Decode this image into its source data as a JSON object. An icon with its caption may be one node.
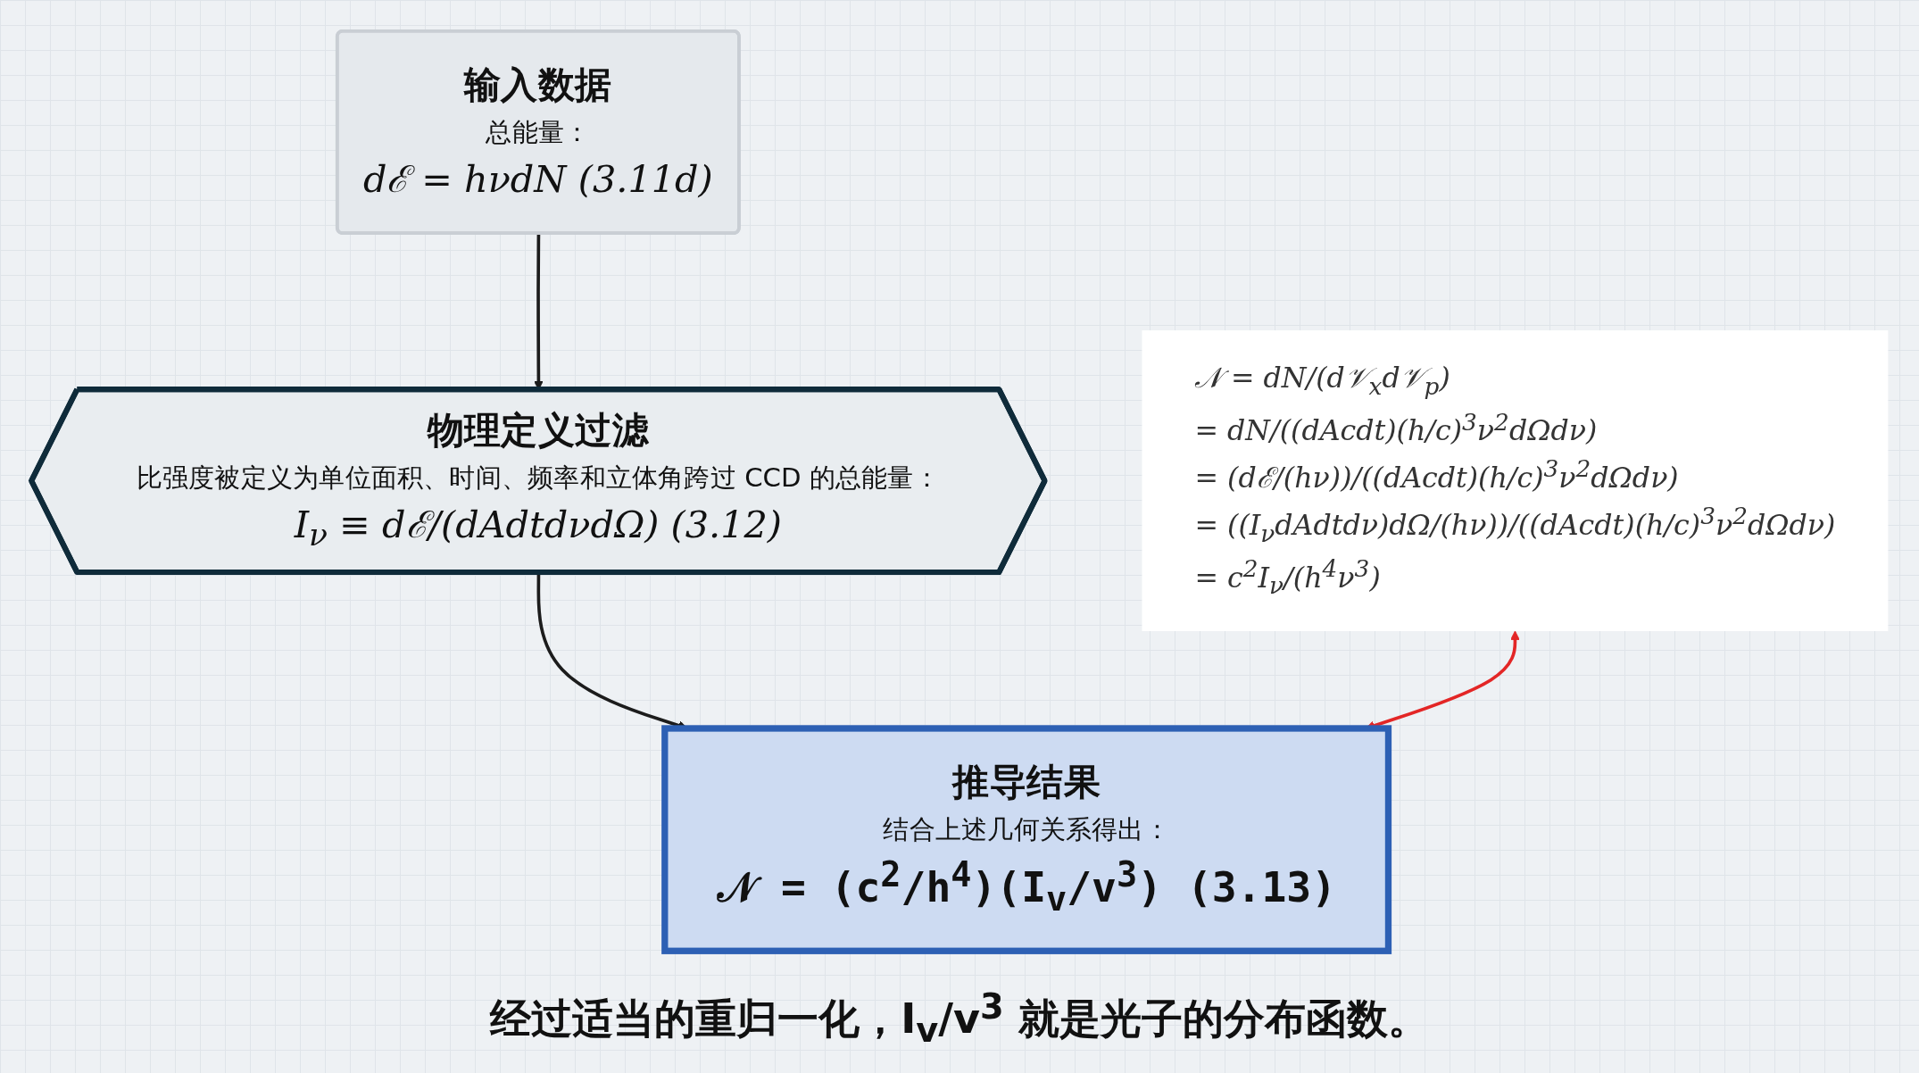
{
  "diagram": {
    "nodes": [
      {
        "text": [
          "输入数据",
          "总能量：",
          "dℰ = hνdN (3.11d)"
        ]
      },
      {
        "text": [
          "物理定义过滤",
          "比强度被定义为单位面积、时间、频率和立体角跨过 CCD 的总能量：",
          "I$_{ν}$ ≡ dℰ/(dAdtdνdΩ) (3.12)"
        ]
      },
      {
        "text": [
          "推导结果",
          "结合上述几何关系得出：",
          "𝒩 = (c$^{2}$/h$^{4}$)(I$_{v}$/v$^{3}$) (3.13)"
        ]
      },
      {
        "text": [
          "𝒩 = dN/(d𝒱$_{x}$d𝒱$_{p}$)",
          "= dN/((dAcdt)(h/c)$^{3}$ν$^{2}$dΩdν)",
          "= (dℰ/(hν))/((dAcdt)(h/c)$^{3}$ν$^{2}$dΩdν)",
          "= ((I$_{ν}$dAdtdν)dΩ/(hν))/((dAcdt)(h/c)$^{3}$ν$^{2}$dΩdν)",
          "= c$^{2}$I$_{ν}$/(h$^{4}$ν$^{3}$)"
        ]
      }
    ],
    "edges": [
      {
        "from": 0,
        "to": 1,
        "arrow": "to"
      },
      {
        "from": 1,
        "to": 2,
        "arrow": "to"
      },
      {
        "from": 3,
        "to": 2,
        "arrow": "both",
        "color": "#e32626"
      }
    ],
    "caption": "经过适当的重归一化，I$_{v}$/v$^{3}$ 就是光子的分布函数。"
  }
}
